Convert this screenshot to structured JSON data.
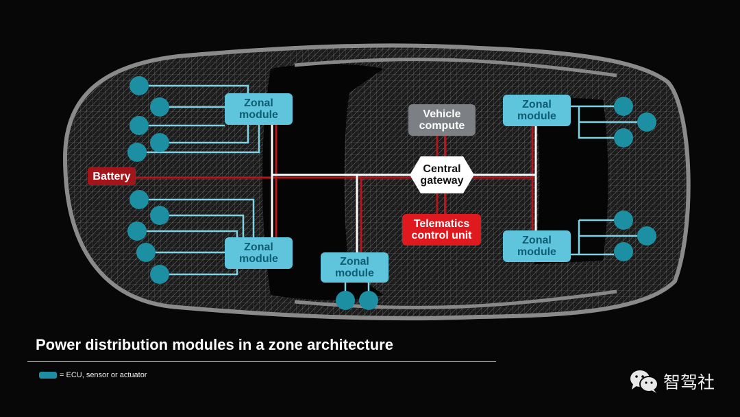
{
  "title": "Power distribution modules in a zone architecture",
  "legend": {
    "label": "= ECU, sensor or actuator",
    "swatch_color": "#1c8fa3"
  },
  "watermark": {
    "text": "智驾社",
    "icon": "wechat-icon"
  },
  "nodes": {
    "battery": "Battery",
    "zonal_front_left": "Zonal\nmodule",
    "zonal_rear_left": "Zonal\nmodule",
    "zonal_bottom_center": "Zonal\nmodule",
    "zonal_front_right": "Zonal\nmodule",
    "zonal_rear_right": "Zonal\nmodule",
    "vehicle_compute": "Vehicle\ncompute",
    "central_gateway": "Central\ngateway",
    "telematics": "Telematics\ncontrol unit"
  },
  "colors": {
    "zonal": "#5fc5dc",
    "ecu": "#1c8fa3",
    "power_line": "#b3161c",
    "data_line": "#ffffff",
    "telematics": "#e0191e",
    "compute": "#7c7f84"
  }
}
